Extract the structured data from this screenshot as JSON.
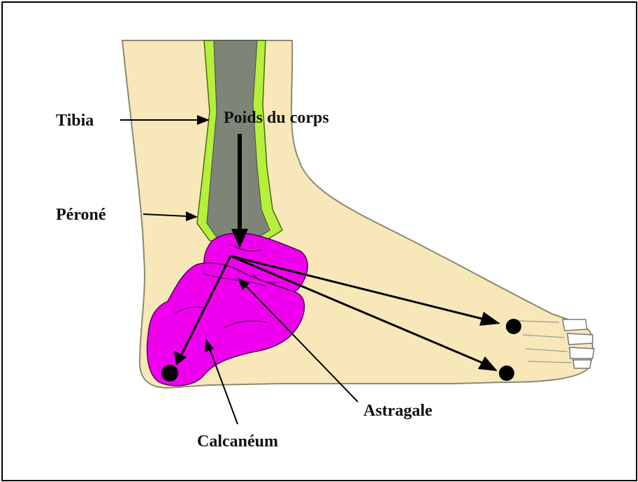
{
  "labels": {
    "tibia": "Tibia",
    "perone": "Péroné",
    "poids": "Poids du corps",
    "astragale": "Astragale",
    "calcaneum": "Calcanéum"
  },
  "colors": {
    "skin": "#f7e7b9",
    "skin_outline": "#8a8a70",
    "bone_green": "#b5f03a",
    "bone_gray": "#7d8578",
    "bone_magenta": "#ee00ee",
    "arrow": "#000000"
  }
}
